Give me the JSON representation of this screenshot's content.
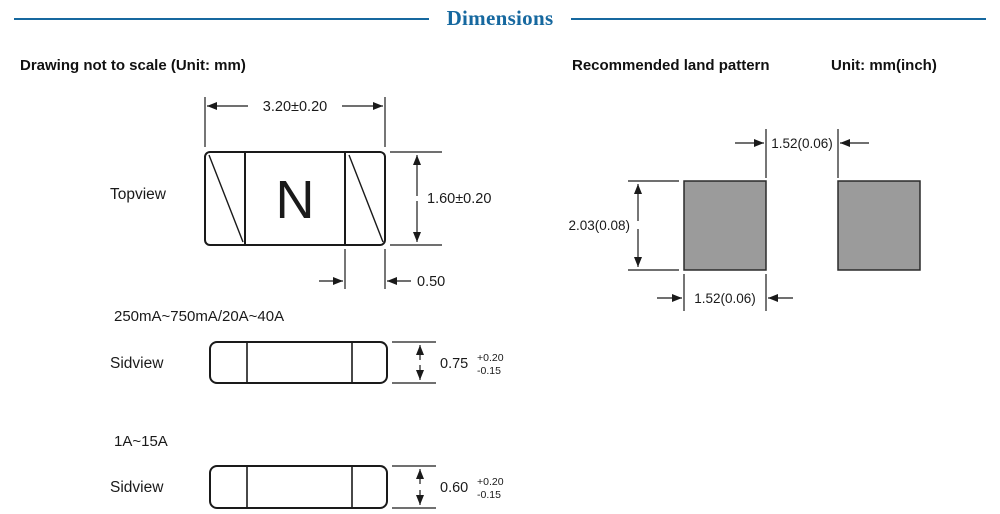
{
  "header": {
    "title": "Dimensions",
    "accent_color": "#16689f"
  },
  "left": {
    "heading": "Drawing not to scale (Unit: mm)",
    "topview": {
      "label": "Topview",
      "marking": "N",
      "dim_width": "3.20±0.20",
      "dim_height": "1.60±0.20",
      "dim_cap": "0.50"
    },
    "sideview1": {
      "range": "250mA~750mA/20A~40A",
      "label": "Sidview",
      "dim_value": "0.75",
      "dim_plus": "+0.20",
      "dim_minus": "-0.15"
    },
    "sideview2": {
      "range": "1A~15A",
      "label": "Sidview",
      "dim_value": "0.60",
      "dim_plus": "+0.20",
      "dim_minus": "-0.15"
    }
  },
  "right": {
    "heading": "Recommended land pattern",
    "unit_label": "Unit: mm(inch)",
    "pad_color": "#9b9b9b",
    "dim_gap": "1.52(0.06)",
    "dim_height": "2.03(0.08)",
    "dim_pad_width": "1.52(0.06)"
  }
}
